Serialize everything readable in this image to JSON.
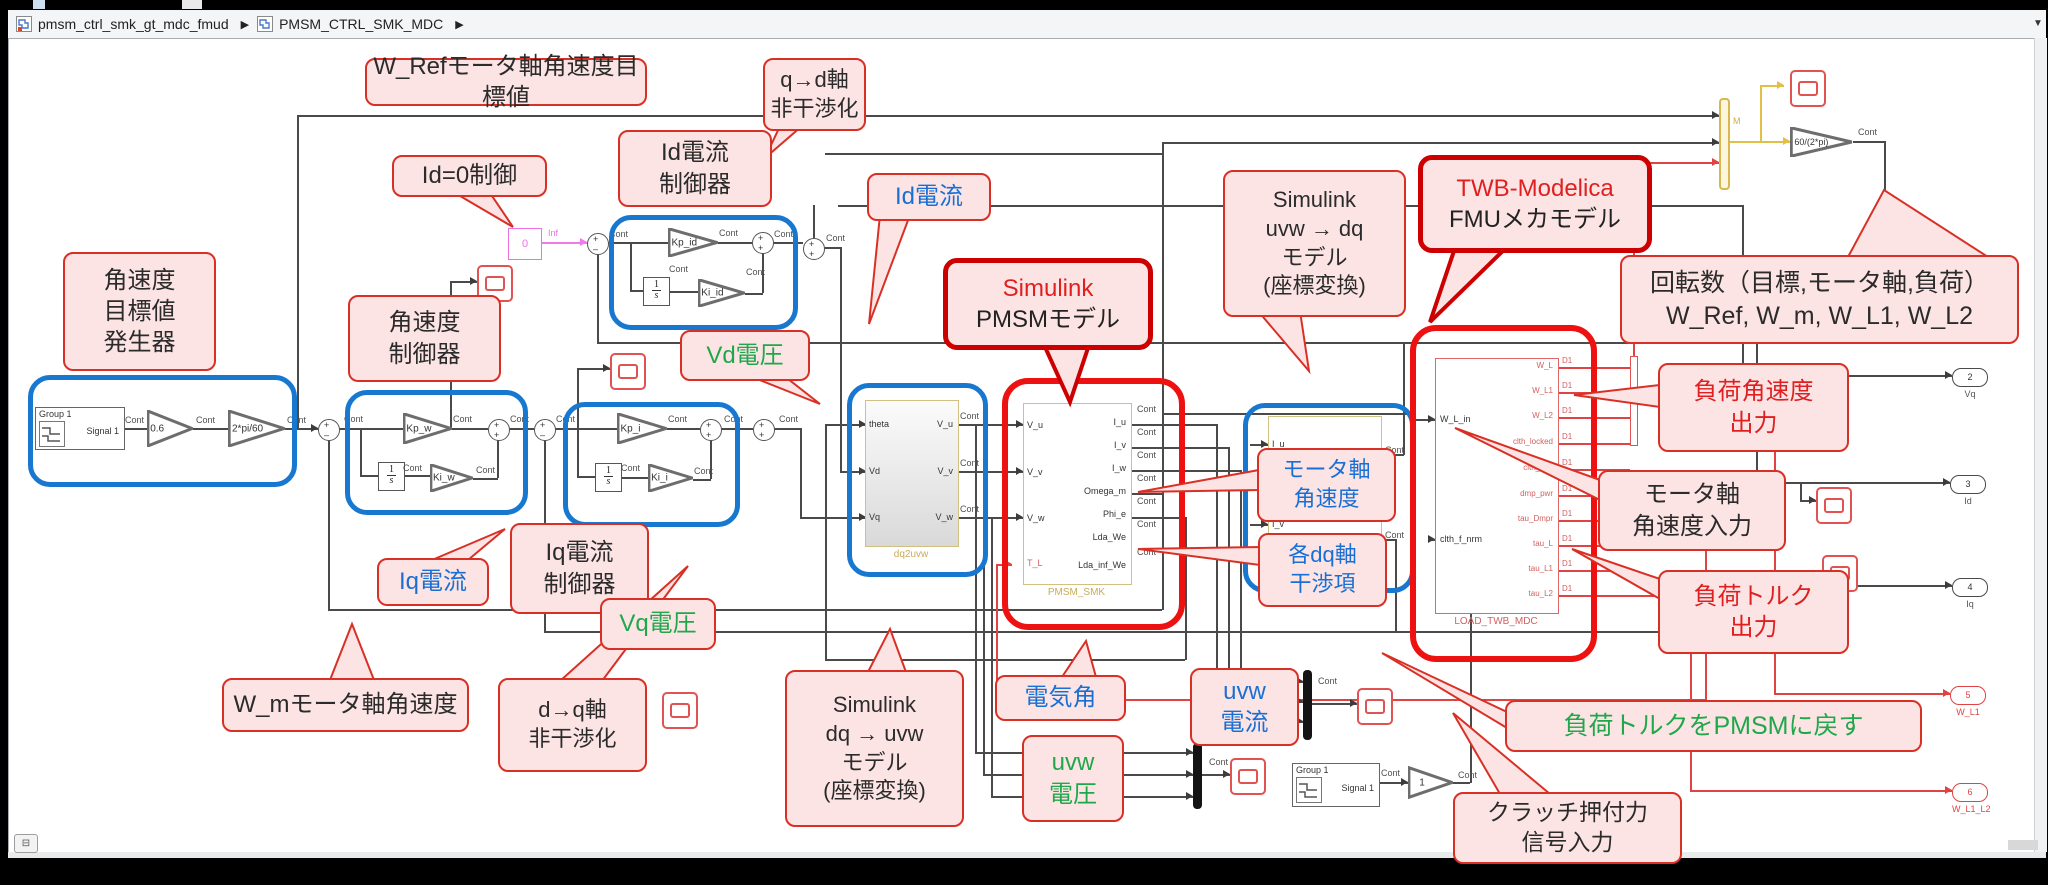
{
  "breadcrumb": {
    "items": [
      "pmsm_ctrl_smk_gt_mdc_fmud",
      "PMSM_CTRL_SMK_MDC"
    ],
    "separator": "▶",
    "dropdown_icon": "▼"
  },
  "callouts": {
    "speed_gen": "角速度\n目標値\n発生器",
    "w_ref": "W_Refモータ軸角速度目標値",
    "id_zero": "Id=0制御",
    "id_ctrl": "Id電流\n制御器",
    "qd_decouple": "q→d軸\n非干渉化",
    "w_ctrl": "角速度\n制御器",
    "id_current": "Id電流",
    "vd_voltage": "Vd電圧",
    "pmsm_model": {
      "line1": "Simulink",
      "line2": "PMSMモデル"
    },
    "iq_current": "Iq電流",
    "iq_ctrl": "Iq電流\n制御器",
    "w_m": "W_mモータ軸角速度",
    "dq_decouple": "d→q軸\n非干渉化",
    "vq_voltage": "Vq電圧",
    "dq2uvw_model": "Simulink\ndq → uvw\nモデル\n(座標変換)",
    "elec_angle": "電気角",
    "uvw_voltage": "uvw\n電圧",
    "uvw_current": "uvw\n電流",
    "uvw2dq_model": "Simulink\nuvw → dq\nモデル\n(座標変換)",
    "motor_speed": "モータ軸\n角速度",
    "dq_interference": "各dq軸\n干渉項",
    "twb": {
      "line1": "TWB-Modelica",
      "line2": "FMUメカモデル"
    },
    "rotation": "回転数（目標,モータ軸,負荷）\nW_Ref, W_m, W_L1, W_L2",
    "load_speed_out": "負荷角速度\n出力",
    "motor_speed_in": "モータ軸\n角速度入力",
    "load_torque_out": "負荷トルク\n出力",
    "torque_return": "負荷トルクをPMSMに戻す",
    "clutch": "クラッチ押付力\n信号入力"
  },
  "blocks": {
    "signal_builder": {
      "group": "Group 1",
      "signal": "Signal 1"
    },
    "gains": {
      "g06": "0.6",
      "g2pi60": "2*pi/60",
      "kp_w": "Kp_w",
      "ki_w": "Ki_w",
      "kp_i": "Kp_i",
      "ki_i": "Ki_i",
      "kp_id": "Kp_id",
      "ki_id": "Ki_id",
      "g60": "60/(2*pi)",
      "g1": "1"
    },
    "integrator": {
      "num": "1",
      "den": "s"
    },
    "const_zero": "0",
    "dq2uvw": {
      "name": "dq2uvw",
      "in": [
        "theta",
        "Vd",
        "Vq"
      ],
      "out": [
        "V_u",
        "V_v",
        "V_w"
      ]
    },
    "pmsm": {
      "name": "PMSM_SMK",
      "in": [
        "V_u",
        "V_v",
        "V_w",
        "T_L"
      ],
      "out": [
        "I_u",
        "I_v",
        "I_w",
        "Omega_m",
        "Phi_e",
        "Lda_We",
        "Lda_inf_We"
      ]
    },
    "uvw2dq": {
      "in": [
        "I_u",
        "I_v"
      ]
    },
    "fmu": {
      "name": "LOAD_TWB_MDC",
      "in": [
        "W_L_in",
        "clth_f_nrm"
      ],
      "out": [
        "W_L",
        "W_L1",
        "W_L2",
        "clth_locked",
        "clth_pwr",
        "dmp_pwr",
        "tau_Dmpr",
        "tau_L",
        "tau_L1",
        "tau_L2"
      ]
    }
  },
  "labels": {
    "cont": "Cont",
    "inf": "Inf",
    "d1": "D1",
    "m": "M"
  },
  "outports": [
    {
      "num": "2",
      "label": "Vq"
    },
    {
      "num": "3",
      "label": "Id"
    },
    {
      "num": "4",
      "label": "Iq"
    },
    {
      "num": "5",
      "label": "W_L1"
    },
    {
      "num": "6",
      "label": "W_L1_L2"
    }
  ],
  "colors": {
    "highlight_blue": "#1878d0",
    "highlight_red": "#ee1111",
    "callout_fill": "#fce4e4",
    "callout_border": "#d93025",
    "text_blue": "#1a6fd4",
    "text_green": "#1fa84b",
    "text_red": "#e02020",
    "wire_red": "#e04343"
  }
}
